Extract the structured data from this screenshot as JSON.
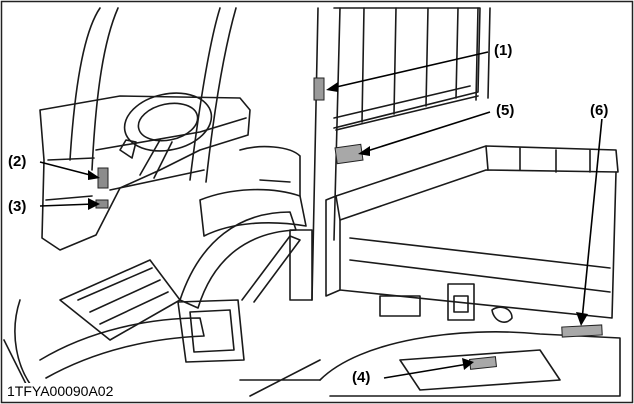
{
  "figure": {
    "id_label": "1TFYA00090A02",
    "callouts": [
      {
        "key": "c1",
        "text": "(1)"
      },
      {
        "key": "c2",
        "text": "(2)"
      },
      {
        "key": "c3",
        "text": "(3)"
      },
      {
        "key": "c4",
        "text": "(4)"
      },
      {
        "key": "c5",
        "text": "(5)"
      },
      {
        "key": "c6",
        "text": "(6)"
      }
    ]
  },
  "colors": {
    "line": "#1a1a1a",
    "label_fill": "#a8a8a8",
    "label_fill_dark": "#8c8c8c",
    "background": "#ffffff"
  }
}
